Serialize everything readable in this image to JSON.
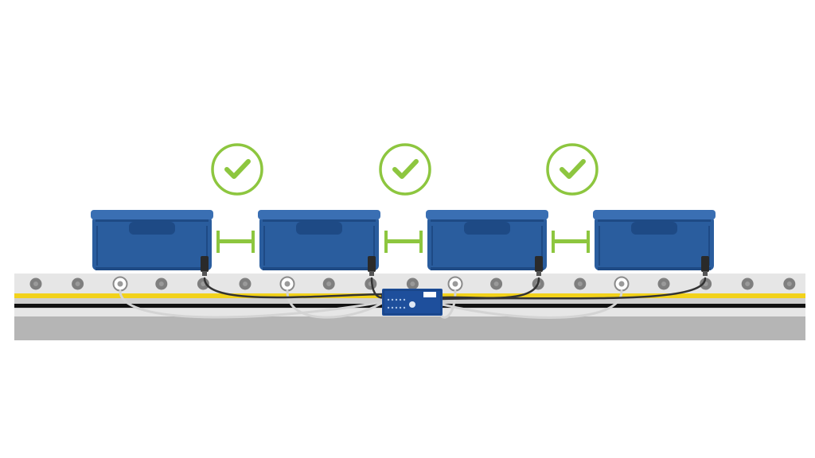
{
  "colors": {
    "background": "#ffffff",
    "tote_body": "#2a5d9e",
    "tote_dark": "#1e4a85",
    "tote_rim": "#3a6fb3",
    "check_green": "#8dc63f",
    "rail_light": "#e6e6e6",
    "rail_mid": "#cfcfcf",
    "rail_dark": "#b5b5b5",
    "roller": "#7f7f7f",
    "yellow_stripe": "#f2d21b",
    "black_stripe": "#111111",
    "controller": "#1e4f9c",
    "cable_gray": "#d4d4d4",
    "cable_dark": "#333333"
  },
  "scene": {
    "items": {
      "totes": 4,
      "gap_indicators": 3,
      "sensors": 4,
      "controller": 1
    },
    "icons": [
      "check-circle-icon",
      "gap-indicator-icon",
      "tote-icon",
      "sensor-icon",
      "controller-icon"
    ]
  }
}
